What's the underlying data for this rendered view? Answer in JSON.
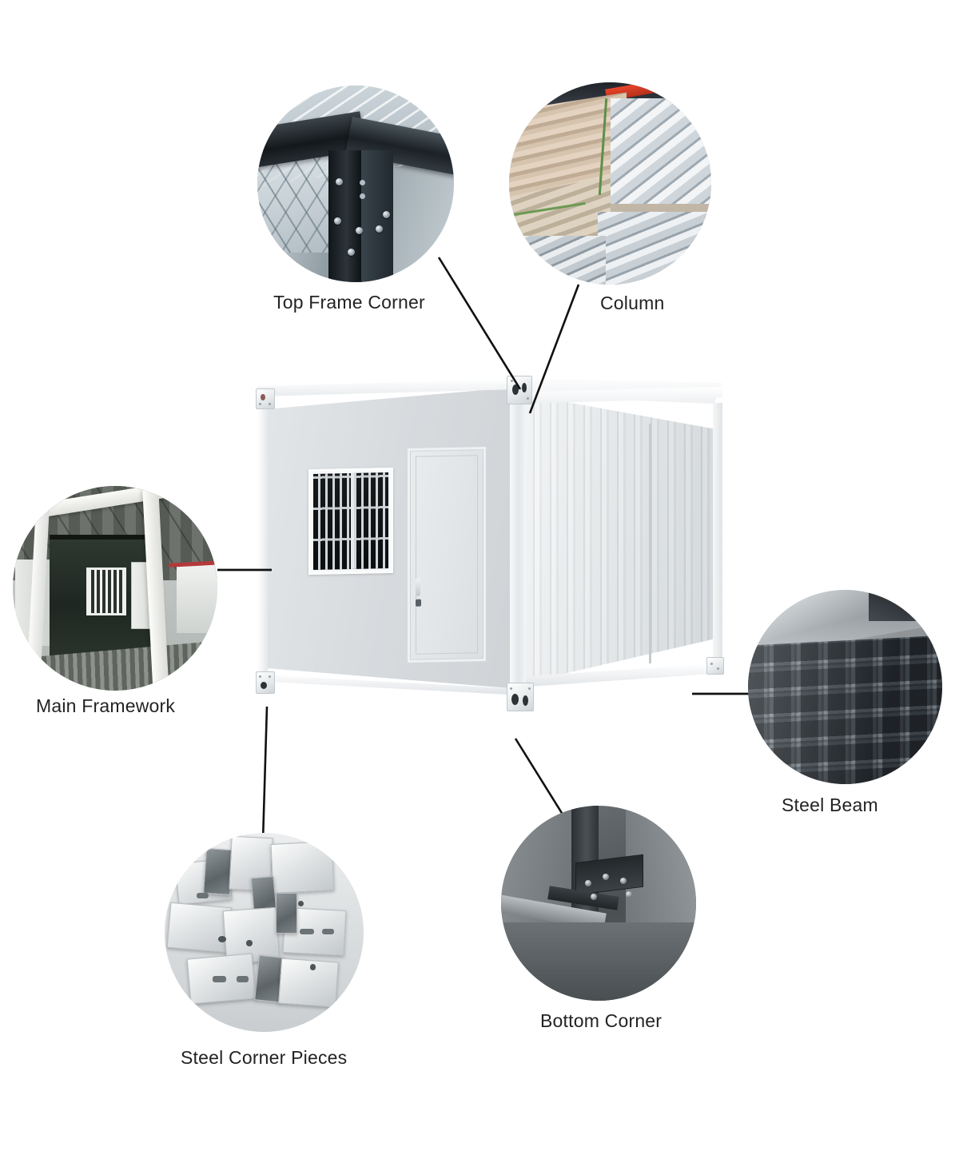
{
  "diagram": {
    "subject": "Expandable Container House Structure Breakdown",
    "background_color": "#ffffff",
    "label_color": "#232323",
    "leader_line_color": "#111111"
  },
  "callouts": [
    {
      "id": "top-frame-corner",
      "label": "Top Frame Corner",
      "photo_name": "steel-corner-joint-photo",
      "description": "Dark painted steel top corner joint with bolts, factory ceiling behind"
    },
    {
      "id": "column",
      "label": "Column",
      "photo_name": "angle-steel-column-stack-photo",
      "description": "Stacked perforated angle-steel columns beside bundled corrugated panels"
    },
    {
      "id": "main-framework",
      "label": "Main Framework",
      "photo_name": "container-unit-framework-photo",
      "description": "Dark green container unit with white frame beams inside a factory"
    },
    {
      "id": "steel-beam",
      "label": "Steel Beam",
      "photo_name": "square-tube-stack-photo",
      "description": "Stack of galvanized square hollow section steel tubes"
    },
    {
      "id": "steel-corner-pieces",
      "label": "Steel Corner Pieces",
      "photo_name": "corner-castings-photo",
      "description": "White painted steel corner castings with slotted holes"
    },
    {
      "id": "bottom-corner",
      "label": "Bottom Corner",
      "photo_name": "bottom-corner-bracket-photo",
      "description": "Interior bottom corner with bolted steel gusset plate"
    }
  ],
  "product": {
    "name": "container-house",
    "parts": {
      "front_face": "front-wall-panel",
      "side_face": "corrugated-side-wall",
      "window": "barred-window",
      "door": "entry-door",
      "top_rail": "top-frame-rail",
      "bottom_rail": "bottom-frame-rail",
      "corner_casting": "corner-casting"
    }
  }
}
